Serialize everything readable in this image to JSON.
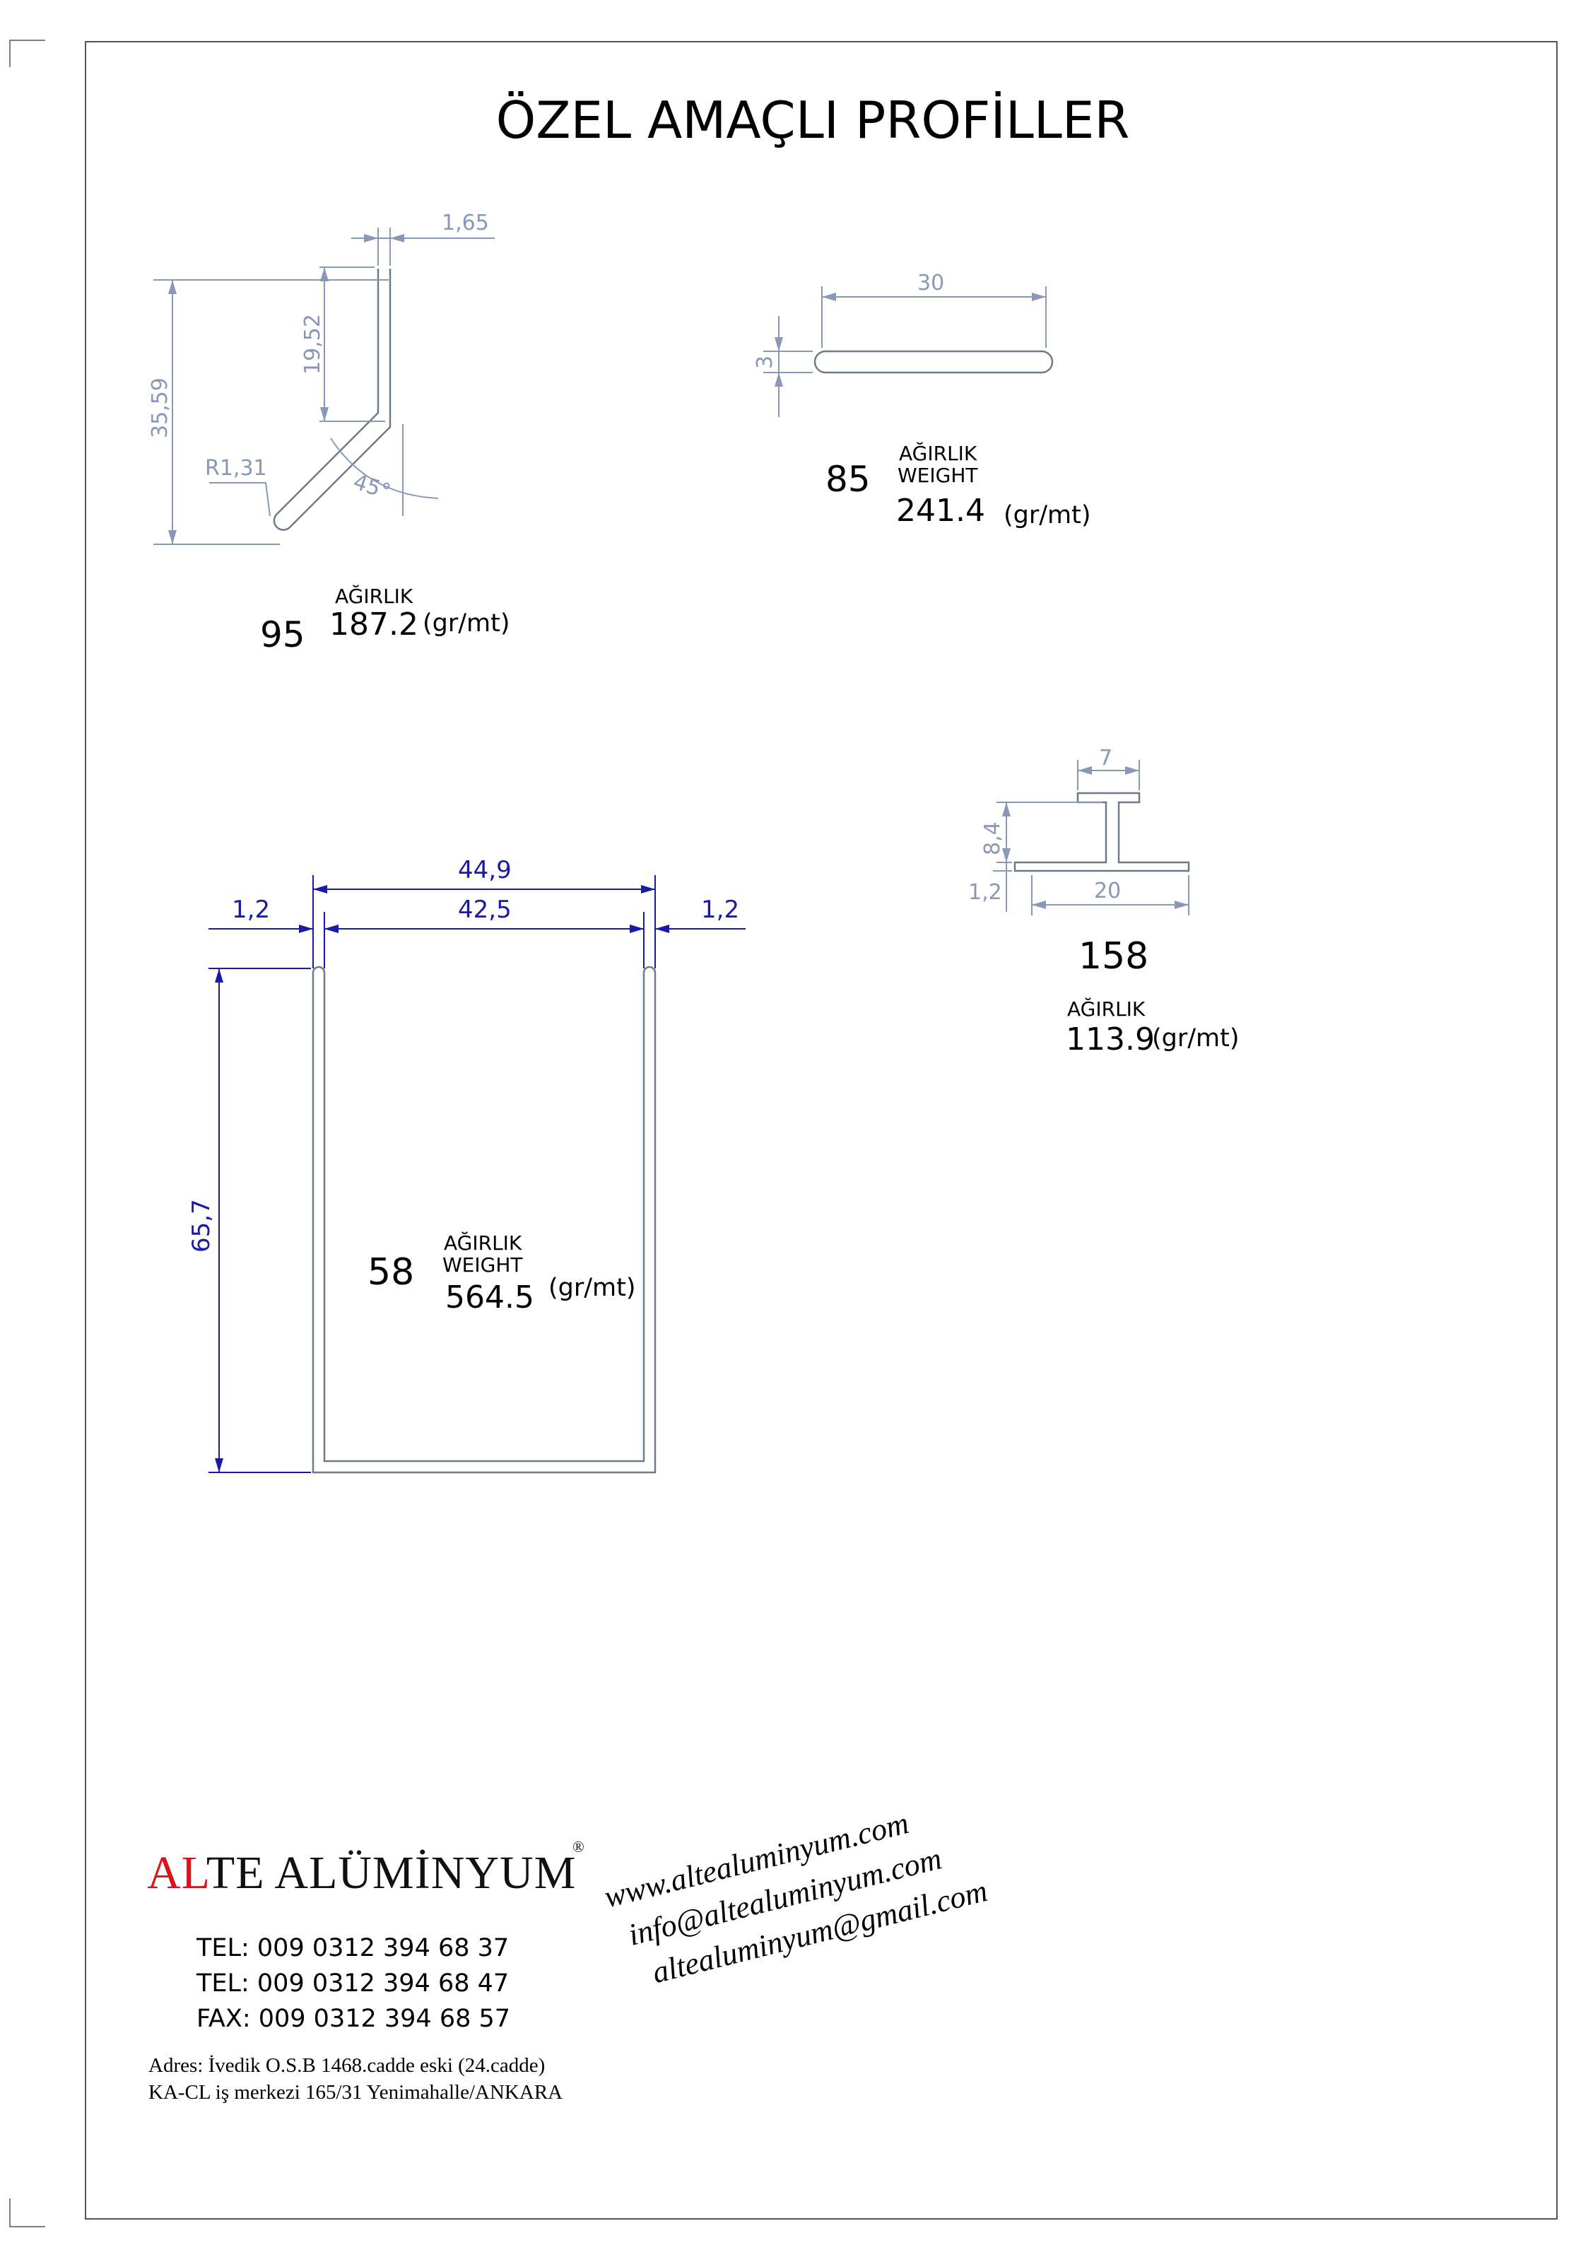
{
  "title": "ÖZEL AMAÇLI PROFİLLER",
  "profiles": [
    {
      "code": "95",
      "weight_label": "AĞIRLIK",
      "weight": "187.2",
      "unit": "(gr/mt)",
      "dimensions": {
        "thickness": "1,65",
        "leg": "19,52",
        "height": "35,59",
        "radius": "R1,31",
        "angle": "45°"
      }
    },
    {
      "code": "85",
      "weight_label": "AĞIRLIK",
      "weight_label_en": "WEIGHT",
      "weight": "241.4",
      "unit": "(gr/mt)",
      "dimensions": {
        "width": "30",
        "height": "3"
      }
    },
    {
      "code": "58",
      "weight_label": "AĞIRLIK",
      "weight_label_en": "WEIGHT",
      "weight": "564.5",
      "unit": "(gr/mt)",
      "dimensions": {
        "outer_width": "44,9",
        "inner_width": "42,5",
        "wall_left": "1,2",
        "wall_right": "1,2",
        "height": "65,7"
      }
    },
    {
      "code": "158",
      "weight_label": "AĞIRLIK",
      "weight": "113.9",
      "unit": "(gr/mt)",
      "dimensions": {
        "top_width": "7",
        "stem_height": "8,4",
        "base_thickness": "1,2",
        "base_width": "20"
      }
    }
  ],
  "company": {
    "brand_accent": "AL",
    "brand_rest": "TE ALÜMİNYUM",
    "registered": "®",
    "accent_color": "#d7141a",
    "tel1": "TEL: 009 0312 394 68 37",
    "tel2": "TEL: 009 0312 394 68 47",
    "fax": "FAX: 009 0312 394 68 57",
    "address_line1": "Adres: İvedik O.S.B 1468.cadde eski (24.cadde)",
    "address_line2": "KA-CL iş merkezi 165/31 Yenimahalle/ANKARA",
    "website": "www.altealuminyum.com",
    "email1": "info@altealuminyum.com",
    "email2": "altealuminyum@gmail.com"
  }
}
